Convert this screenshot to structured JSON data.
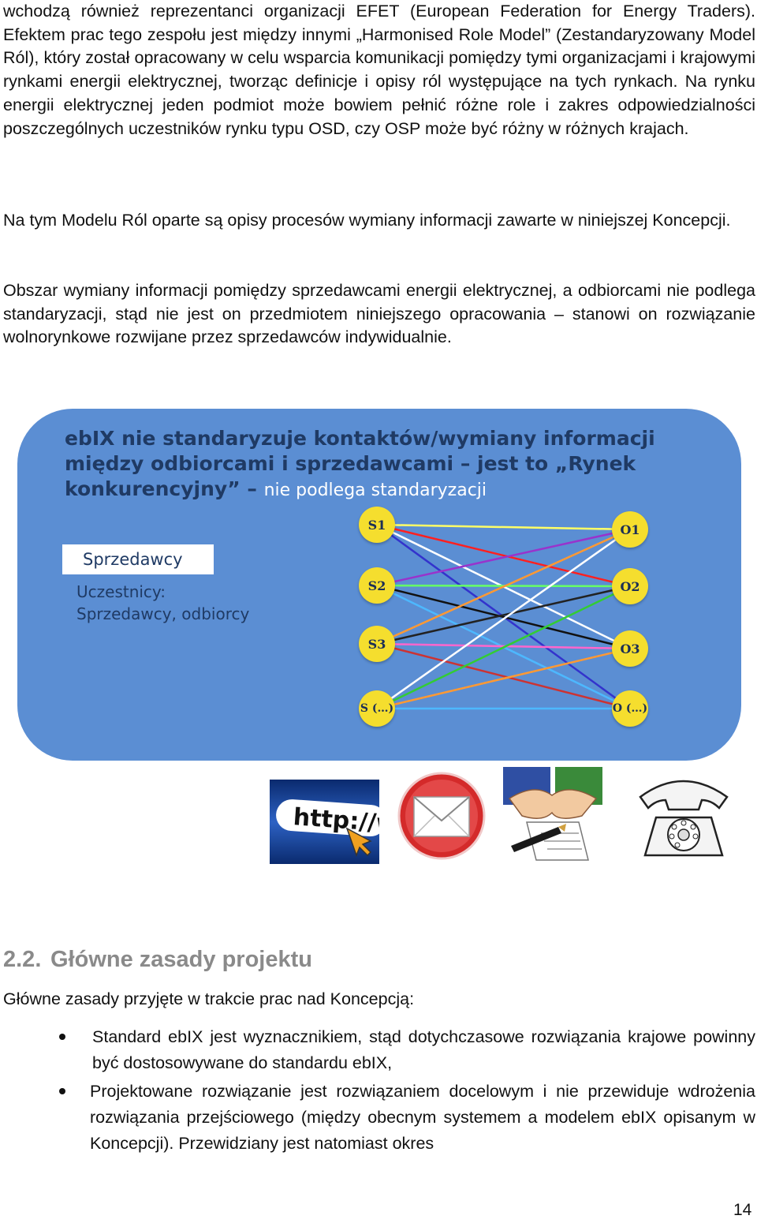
{
  "paragraphs": {
    "p1": "wchodzą również reprezentanci organizacji EFET (European Federation for Energy Traders). Efektem prac tego zespołu jest między innymi „Harmonised Role Model” (Zestandaryzowany Model Ról), który został opracowany w celu wsparcia komunikacji pomiędzy tymi organizacjami i krajowymi rynkami energii elektrycznej, tworząc definicje i opisy ról występujące na tych rynkach. Na rynku energii elektrycznej jeden podmiot może bowiem pełnić różne role i zakres odpowiedzialności poszczególnych uczestników rynku typu OSD, czy OSP może być różny w różnych krajach.",
    "p2": "Na tym Modelu Ról oparte są opisy procesów wymiany informacji zawarte w niniejszej Koncepcji.",
    "p3": "Obszar wymiany informacji pomiędzy sprzedawcami energii elektrycznej, a odbiorcami nie podlega standaryzacji, stąd nie jest on przedmiotem niniejszego opracowania – stanowi on rozwiązanie wolnorynkowe rozwijane przez sprzedawców indywidualnie."
  },
  "diagram": {
    "title_bold": "ebIX nie standaryzuje kontaktów/wymiany informacji między odbiorcami i sprzedawcami – jest to „Rynek konkurencyjny” –",
    "title_plain": "nie podlega standaryzacji",
    "sellers_label": "Sprzedawcy",
    "participants_line1": "Uczestnicy:",
    "participants_line2": "Sprzedawcy, odbiorcy",
    "sellers": [
      "S1",
      "S2",
      "S3",
      "S (…)"
    ],
    "buyers": [
      "O1",
      "O2",
      "O3",
      "O (…)"
    ],
    "panel_color": "#5b8ed3",
    "node_color": "#f5de2e",
    "connections": [
      {
        "from": 0,
        "to": 0,
        "color": "#ffff66"
      },
      {
        "from": 0,
        "to": 1,
        "color": "#ff2020"
      },
      {
        "from": 0,
        "to": 2,
        "color": "#ffffff"
      },
      {
        "from": 0,
        "to": 3,
        "color": "#3333cc"
      },
      {
        "from": 1,
        "to": 0,
        "color": "#9933cc"
      },
      {
        "from": 1,
        "to": 1,
        "color": "#66ff66"
      },
      {
        "from": 1,
        "to": 2,
        "color": "#111111"
      },
      {
        "from": 1,
        "to": 3,
        "color": "#4db8ff"
      },
      {
        "from": 2,
        "to": 0,
        "color": "#ff9933"
      },
      {
        "from": 2,
        "to": 1,
        "color": "#222222"
      },
      {
        "from": 2,
        "to": 2,
        "color": "#ff66cc"
      },
      {
        "from": 2,
        "to": 3,
        "color": "#cc3333"
      },
      {
        "from": 3,
        "to": 0,
        "color": "#ffffff"
      },
      {
        "from": 3,
        "to": 1,
        "color": "#33cc33"
      },
      {
        "from": 3,
        "to": 2,
        "color": "#ff9933"
      },
      {
        "from": 3,
        "to": 3,
        "color": "#4db8ff"
      }
    ]
  },
  "icons": {
    "http_label": "http://www",
    "names": [
      "browser-address-icon",
      "email-envelope-icon",
      "handshake-contract-icon",
      "telephone-icon"
    ]
  },
  "section": {
    "number": "2.2.",
    "title": "Główne zasady projektu",
    "heading_color": "#8a8a8a",
    "intro": "Główne zasady przyjęte w trakcie prac nad Koncepcją:",
    "bullets": [
      "Standard ebIX jest wyznacznikiem, stąd dotychczasowe rozwiązania krajowe powinny być dostosowywane do standardu ebIX,",
      "Projektowane rozwiązanie jest rozwiązaniem docelowym i nie przewiduje wdrożenia rozwiązania przejściowego (między obecnym systemem a modelem ebIX opisanym w Koncepcji). Przewidziany jest natomiast okres"
    ]
  },
  "page_number": "14"
}
